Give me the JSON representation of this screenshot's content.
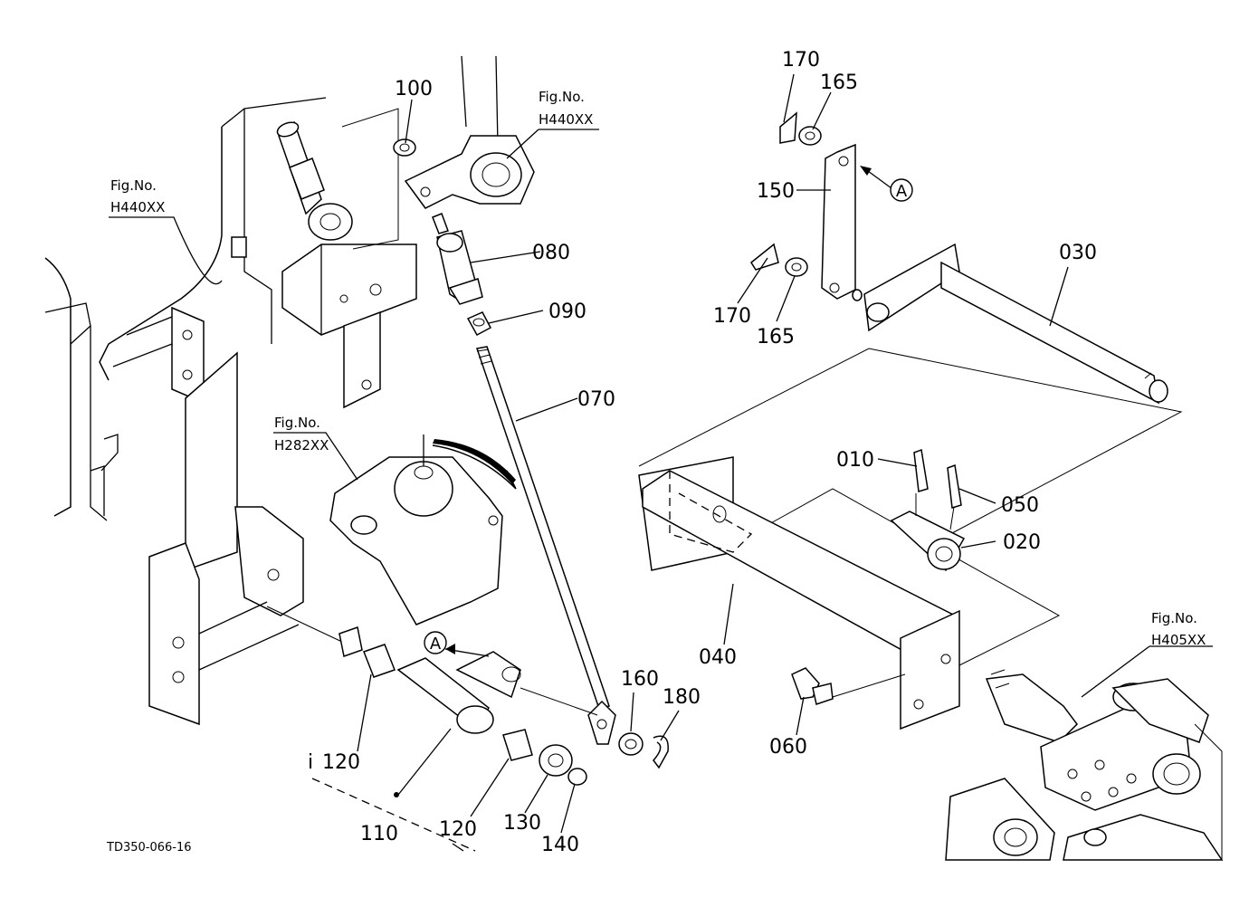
{
  "diagram": {
    "part_labels": {
      "p100": "100",
      "p080": "080",
      "p090": "090",
      "p070": "070",
      "p160": "160",
      "p180": "180",
      "p120a": "120",
      "p120b": "120",
      "p110": "110",
      "p130": "130",
      "p140": "140",
      "p170a": "170",
      "p165a": "165",
      "p150": "150",
      "p170b": "170",
      "p165b": "165",
      "p030": "030",
      "p010": "010",
      "p050": "050",
      "p020": "020",
      "p040": "040",
      "p060": "060"
    },
    "marker_i": "i",
    "ref_markers": {
      "a1": "A",
      "a2": "A"
    },
    "fig_refs": {
      "top_center": {
        "prefix": "Fig.No.",
        "code": "H440XX"
      },
      "left": {
        "prefix": "Fig.No.",
        "code": "H440XX"
      },
      "middle": {
        "prefix": "Fig.No.",
        "code": "H282XX"
      },
      "bottom_right": {
        "prefix": "Fig.No.",
        "code": "H405XX"
      }
    },
    "drawing_code": "TD350-066-16"
  }
}
